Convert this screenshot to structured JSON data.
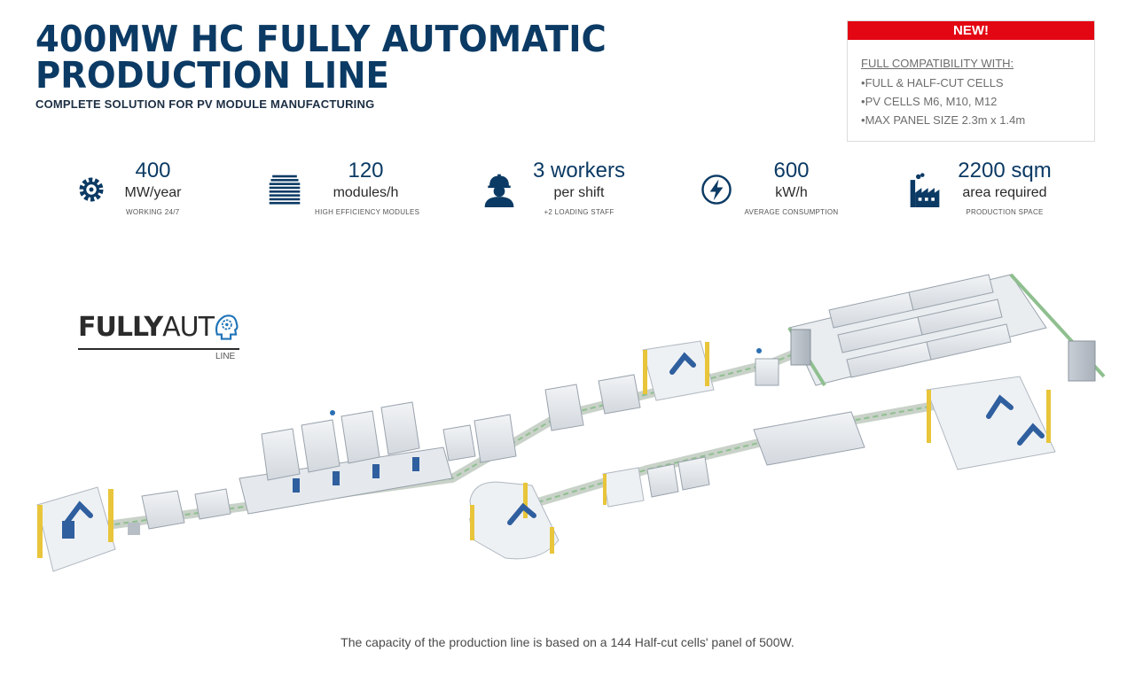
{
  "header": {
    "title_line1": "400MW HC FULLY AUTOMATIC",
    "title_line2": "PRODUCTION LINE",
    "subtitle": "COMPLETE SOLUTION FOR PV MODULE MANUFACTURING"
  },
  "new_box": {
    "badge": "NEW!",
    "heading": "FULL COMPATIBILITY WITH:",
    "items": [
      "FULL & HALF-CUT CELLS",
      "PV CELLS M6, M10, M12",
      "MAX PANEL SIZE 2.3m x 1.4m"
    ]
  },
  "stats": [
    {
      "icon": "gear-icon",
      "value": "400",
      "unit": "MW/year",
      "note": "WORKING 24/7"
    },
    {
      "icon": "stacked-modules-icon",
      "value": "120",
      "unit": "modules/h",
      "note": "HIGH EFFICIENCY MODULES"
    },
    {
      "icon": "worker-icon",
      "value": "3 workers",
      "unit": "per shift",
      "note": "+2 LOADING STAFF"
    },
    {
      "icon": "lightning-icon",
      "value": "600",
      "unit": "kW/h",
      "note": "AVERAGE CONSUMPTION"
    },
    {
      "icon": "factory-icon",
      "value": "2200 sqm",
      "unit": "area required",
      "note": "PRODUCTION SPACE"
    }
  ],
  "logo": {
    "word_bold": "FULLY",
    "word_light": "AUT",
    "sub": "LINE"
  },
  "footer": {
    "note": "The capacity of the production line is based on a 144 Half-cut cells' panel of 500W."
  },
  "colors": {
    "brand_blue": "#0b3a64",
    "accent_red": "#e30613",
    "machine_grey": "#d9dde2",
    "guard_yellow": "#e8c53a",
    "robot_blue": "#2f5f9e"
  }
}
